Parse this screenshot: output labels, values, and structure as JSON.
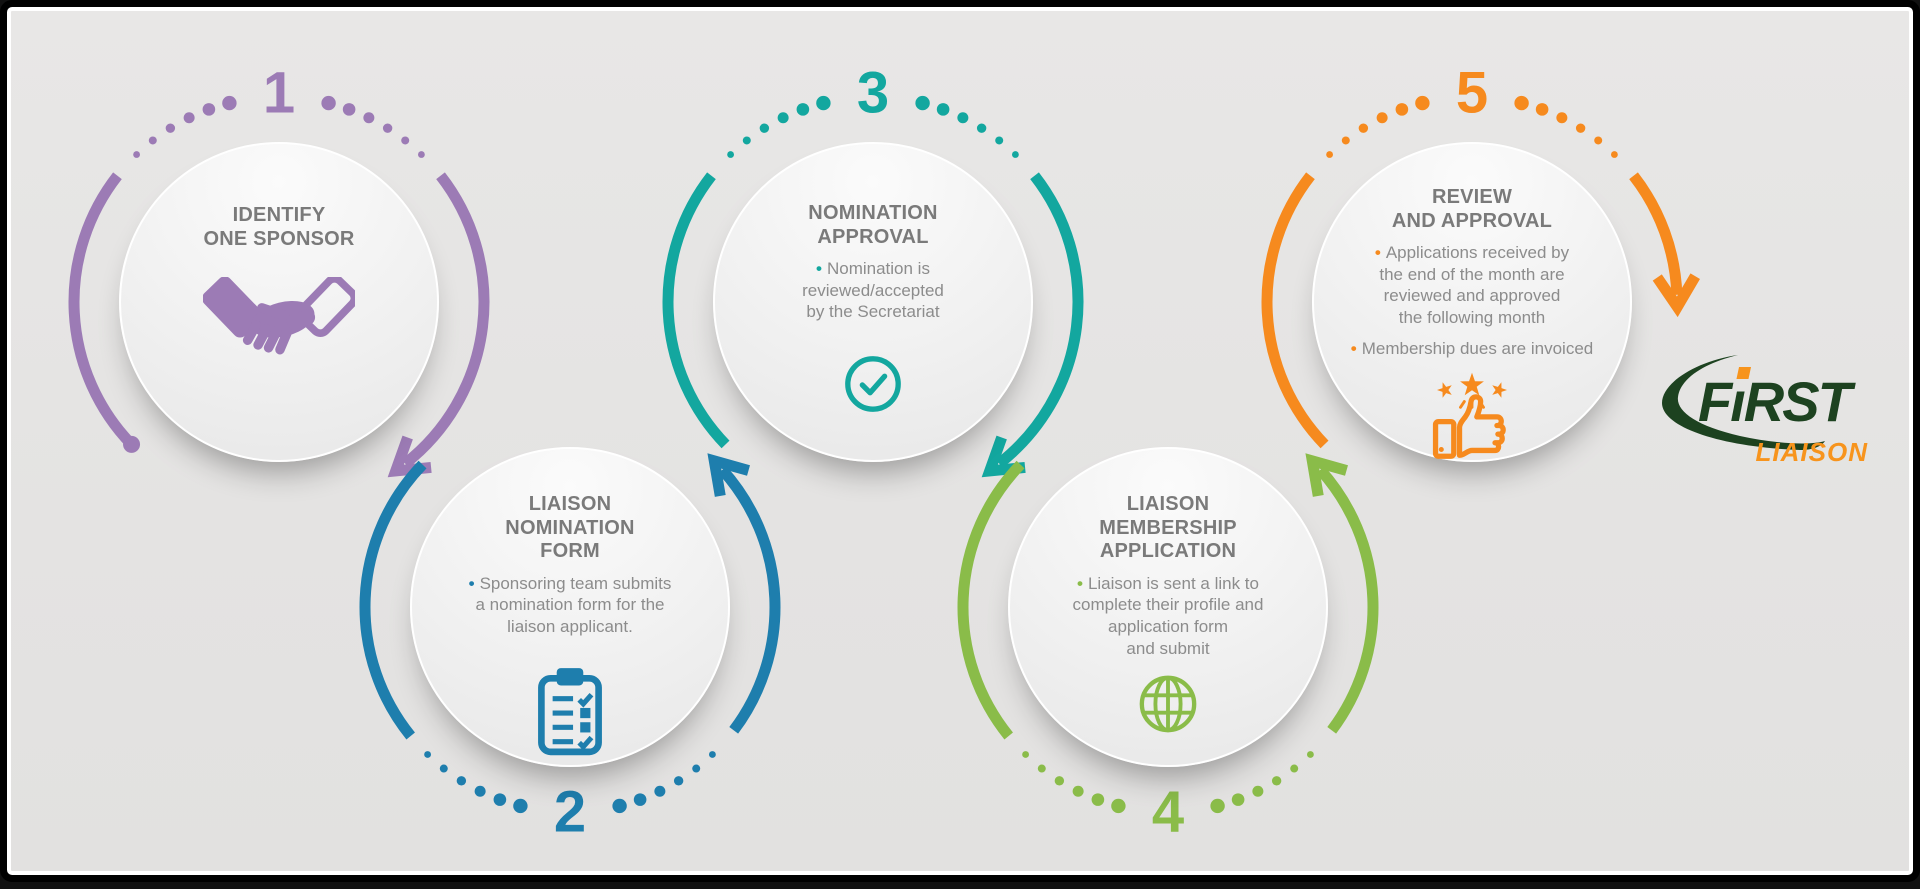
{
  "background": {
    "canvas": "#e5e4e3",
    "frame": "#000000",
    "inner_line": "#ffffff"
  },
  "bullet_glyph": "•",
  "text_colors": {
    "heading": "#7a7a7a",
    "body": "#8c8c8c"
  },
  "steps": [
    {
      "number": "1",
      "color": "#9c7bb5",
      "title": "IDENTIFY\nONE SPONSOR",
      "bullets": [],
      "icon": "handshake-icon"
    },
    {
      "number": "2",
      "color": "#1e7ead",
      "title": "LIAISON\nNOMINATION\nFORM",
      "bullets": [
        "Sponsoring team submits\na nomination form for the\nliaison applicant."
      ],
      "icon": "clipboard-icon"
    },
    {
      "number": "3",
      "color": "#13a79f",
      "title": "NOMINATION\nAPPROVAL",
      "bullets": [
        "Nomination is\nreviewed/accepted\nby the Secretariat"
      ],
      "icon": "check-circle-icon"
    },
    {
      "number": "4",
      "color": "#8abc49",
      "title": "LIAISON\nMEMBERSHIP\nAPPLICATION",
      "bullets": [
        "Liaison is sent a link to\ncomplete their profile and\napplication form\nand submit"
      ],
      "icon": "globe-icon"
    },
    {
      "number": "5",
      "color": "#f68a1e",
      "title": "REVIEW\nAND APPROVAL",
      "bullets": [
        "Applications received by\nthe end of the month are\nreviewed and approved\nthe following month",
        "Membership dues are invoiced"
      ],
      "icon": "thumbs-up-stars-icon"
    }
  ],
  "logo": {
    "name": "FIRST",
    "subtitle": "LIAISON",
    "brand_color": "#1d4220",
    "accent_color": "#f7941d",
    "parts": {
      "pre": "F",
      "i_dotless": "ı",
      "post": "RST"
    }
  }
}
